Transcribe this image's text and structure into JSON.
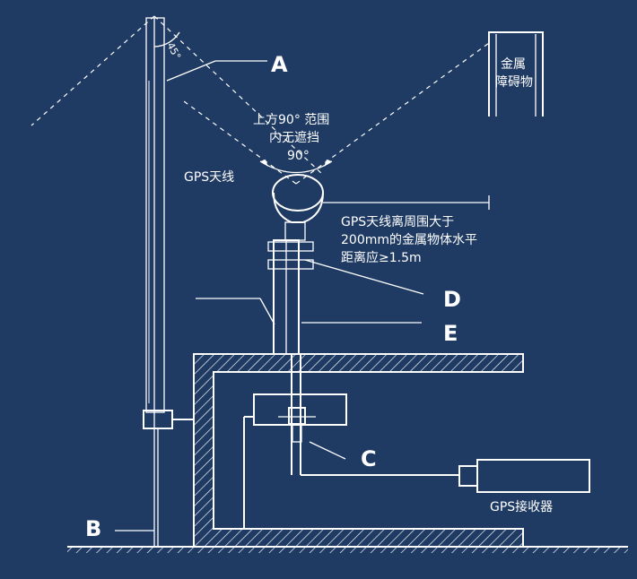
{
  "labels": {
    "A": "A",
    "B": "B",
    "C": "C",
    "D": "D",
    "E": "E",
    "angle_45": "45°",
    "metal_obstacle_line1": "金属",
    "metal_obstacle_line2": "障碍物",
    "coverage_line1": "上方90°  范围",
    "coverage_line2": "内无遮挡",
    "coverage_line3": "90°",
    "gps_antenna": "GPS天线",
    "distance_line1": "GPS天线离周围大于",
    "distance_line2": "200mm的金属物体水平",
    "distance_line3": "距离应≥1.5m",
    "gps_receiver": "GPS接收器"
  },
  "colors": {
    "background": "#1f3b63",
    "stroke": "#ffffff"
  }
}
